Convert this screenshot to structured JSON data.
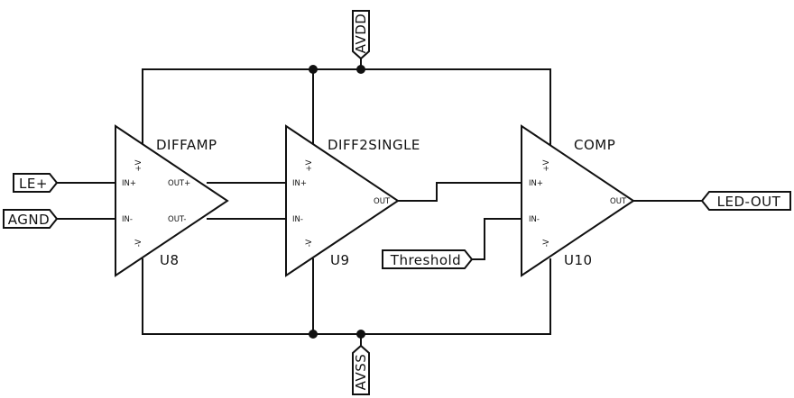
{
  "power_labels": {
    "top": "AVDD",
    "bottom": "AVSS"
  },
  "input_labels": {
    "le_plus": "LE+",
    "agnd": "AGND",
    "threshold": "Threshold"
  },
  "output_label": "LED-OUT",
  "amplifiers": [
    {
      "name": "DIFFAMP",
      "ref": "U8",
      "pins": {
        "vplus": "+V",
        "vminus": "-V",
        "in_plus": "IN+",
        "in_minus": "IN-",
        "out_plus": "OUT+",
        "out_minus": "OUT-"
      }
    },
    {
      "name": "DIFF2SINGLE",
      "ref": "U9",
      "pins": {
        "vplus": "+V",
        "vminus": "-V",
        "in_plus": "IN+",
        "in_minus": "IN-",
        "out": "OUT"
      }
    },
    {
      "name": "COMP",
      "ref": "U10",
      "pins": {
        "vplus": "+V",
        "vminus": "-V",
        "in_plus": "IN+",
        "in_minus": "IN-",
        "out": "OUT"
      }
    }
  ],
  "colors": {
    "line": "#111111",
    "background": "#ffffff"
  }
}
